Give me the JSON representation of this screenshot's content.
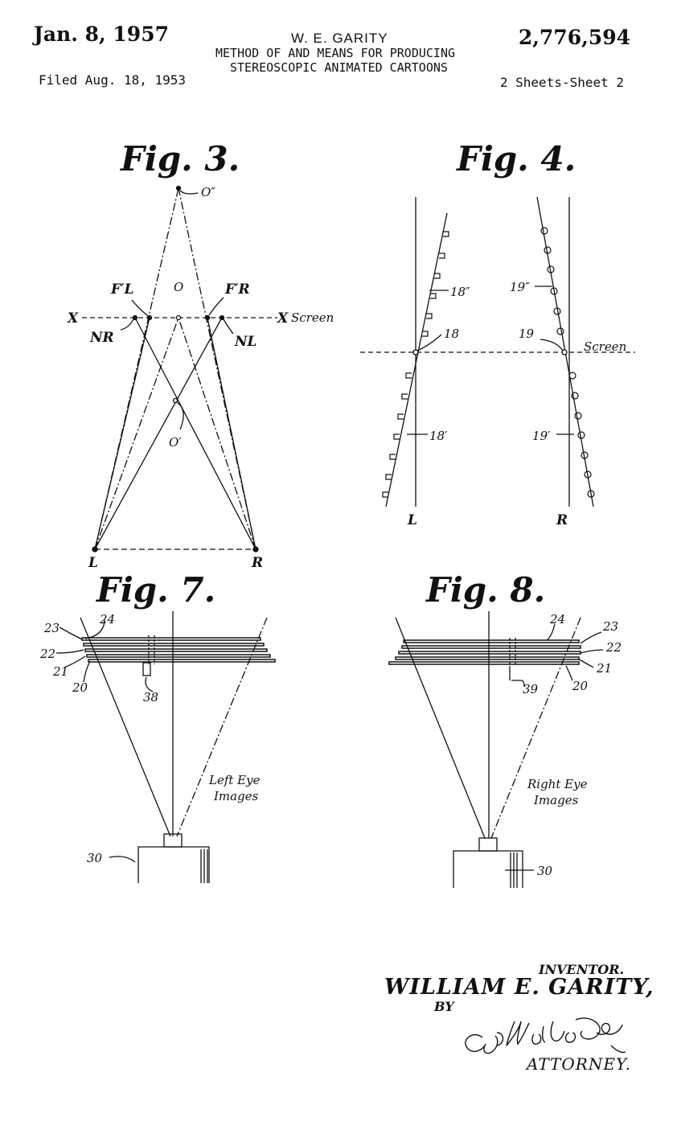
{
  "header": {
    "date": "Jan. 8, 1957",
    "inventor": "W. E. GARITY",
    "title_line1": "METHOD OF AND MEANS FOR PRODUCING",
    "title_line2": "STEREOSCOPIC ANIMATED CARTOONS",
    "patent_number": "2,776,594",
    "filed": "Filed Aug. 18, 1953",
    "sheets": "2 Sheets-Sheet 2"
  },
  "fig3": {
    "title": "Fig. 3.",
    "labels": {
      "o_double": "O″",
      "o": "O",
      "o_prime": "O′",
      "fl": "F′L",
      "fr": "F′R",
      "nl": "NL",
      "nr": "NR",
      "x_left": "X",
      "x_right": "X",
      "screen": "Screen",
      "l": "L",
      "r": "R"
    }
  },
  "fig4": {
    "title": "Fig. 4.",
    "labels": {
      "n18pp": "18″",
      "n18": "18",
      "n18p": "18′",
      "n19pp": "19″",
      "n19": "19",
      "n19p": "19′",
      "screen": "Screen",
      "l": "L",
      "r": "R"
    }
  },
  "fig7": {
    "title": "Fig. 7.",
    "labels": {
      "n20": "20",
      "n21": "21",
      "n22": "22",
      "n23": "23",
      "n24": "24",
      "n38": "38",
      "n30": "30",
      "caption1": "Left Eye",
      "caption2": "Images"
    }
  },
  "fig8": {
    "title": "Fig. 8.",
    "labels": {
      "n20": "20",
      "n21": "21",
      "n22": "22",
      "n23": "23",
      "n24": "24",
      "n39": "39",
      "n30": "30",
      "caption1": "Right Eye",
      "caption2": "Images"
    }
  },
  "signature": {
    "inventor_label": "INVENTOR.",
    "inventor_name": "WILLIAM E. GARITY,",
    "by": "BY",
    "attorney_label": "ATTORNEY."
  }
}
